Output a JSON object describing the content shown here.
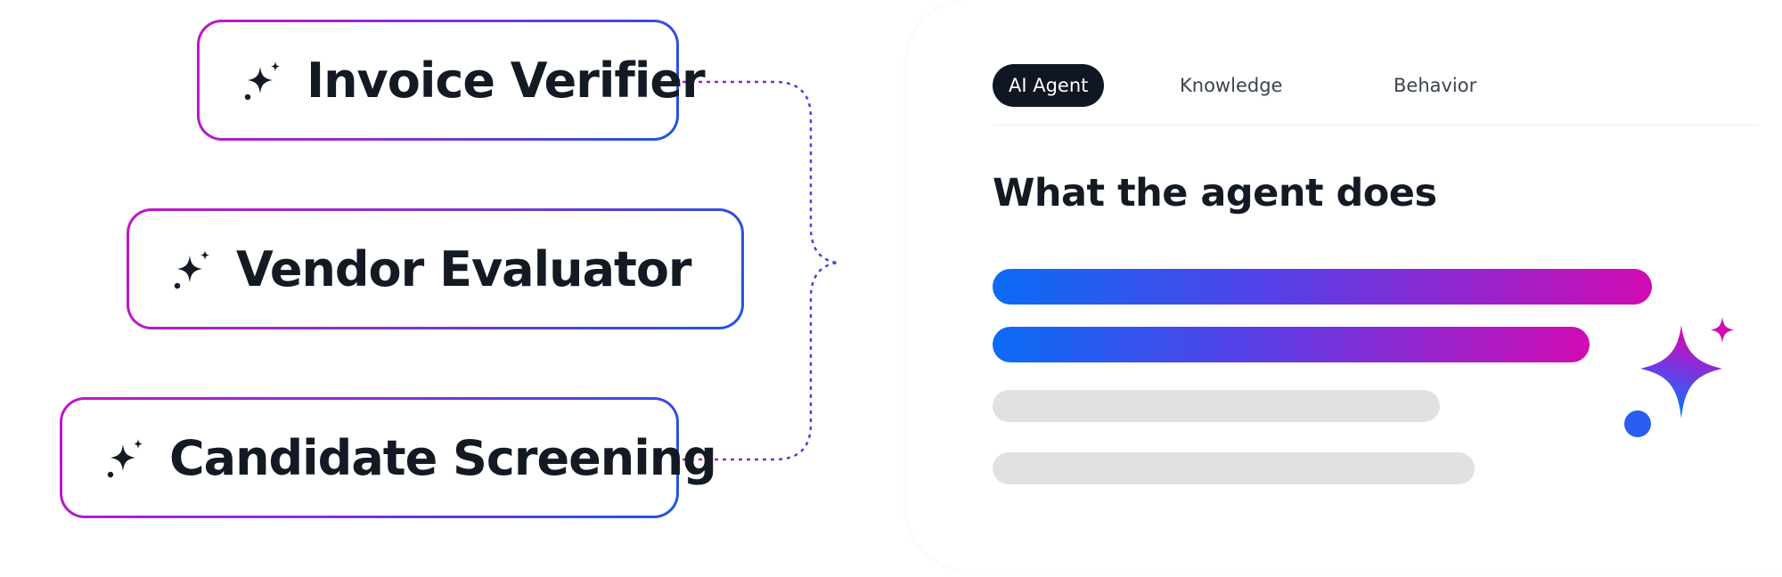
{
  "agents": [
    {
      "name": "Invoice Verifier",
      "icon": "sparkle-icon"
    },
    {
      "name": "Vendor Evaluator",
      "icon": "sparkle-icon"
    },
    {
      "name": "Candidate Screening",
      "icon": "sparkle-icon"
    }
  ],
  "panel": {
    "tabs": [
      {
        "label": "AI Agent",
        "active": true
      },
      {
        "label": "Knowledge",
        "active": false
      },
      {
        "label": "Behavior",
        "active": false
      }
    ],
    "section_title": "What the agent does"
  },
  "colors": {
    "gradient_start": "#0a6cf5",
    "gradient_mid": "#5a3ee6",
    "gradient_end": "#d10bb3",
    "placeholder_grey": "#e1e1e1",
    "dark": "#101722"
  }
}
